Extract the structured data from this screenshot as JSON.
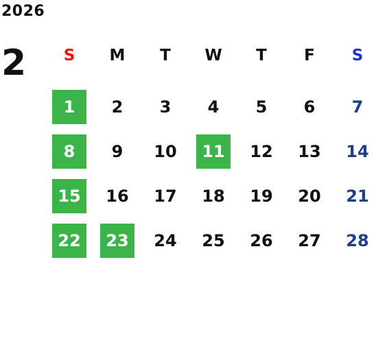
{
  "year": "2026",
  "month": "2",
  "weekdays": [
    {
      "label": "S",
      "kind": "sun"
    },
    {
      "label": "M",
      "kind": "wd"
    },
    {
      "label": "T",
      "kind": "wd"
    },
    {
      "label": "W",
      "kind": "wd"
    },
    {
      "label": "T",
      "kind": "wd"
    },
    {
      "label": "F",
      "kind": "wd"
    },
    {
      "label": "S",
      "kind": "sat"
    }
  ],
  "colors": {
    "holiday_bg": "#3bb54a",
    "sunday_header": "#ee1111",
    "saturday_header": "#1a34cc",
    "saturday_date": "#1e3f8c"
  },
  "weeks": [
    [
      {
        "d": "1",
        "holiday": true
      },
      {
        "d": "2"
      },
      {
        "d": "3"
      },
      {
        "d": "4"
      },
      {
        "d": "5"
      },
      {
        "d": "6"
      },
      {
        "d": "7",
        "sat": true
      }
    ],
    [
      {
        "d": "8",
        "holiday": true
      },
      {
        "d": "9"
      },
      {
        "d": "10"
      },
      {
        "d": "11",
        "holiday": true
      },
      {
        "d": "12"
      },
      {
        "d": "13"
      },
      {
        "d": "14",
        "sat": true
      }
    ],
    [
      {
        "d": "15",
        "holiday": true
      },
      {
        "d": "16"
      },
      {
        "d": "17"
      },
      {
        "d": "18"
      },
      {
        "d": "19"
      },
      {
        "d": "20"
      },
      {
        "d": "21",
        "sat": true
      }
    ],
    [
      {
        "d": "22",
        "holiday": true
      },
      {
        "d": "23",
        "holiday": true
      },
      {
        "d": "24"
      },
      {
        "d": "25"
      },
      {
        "d": "26"
      },
      {
        "d": "27"
      },
      {
        "d": "28",
        "sat": true
      }
    ]
  ]
}
